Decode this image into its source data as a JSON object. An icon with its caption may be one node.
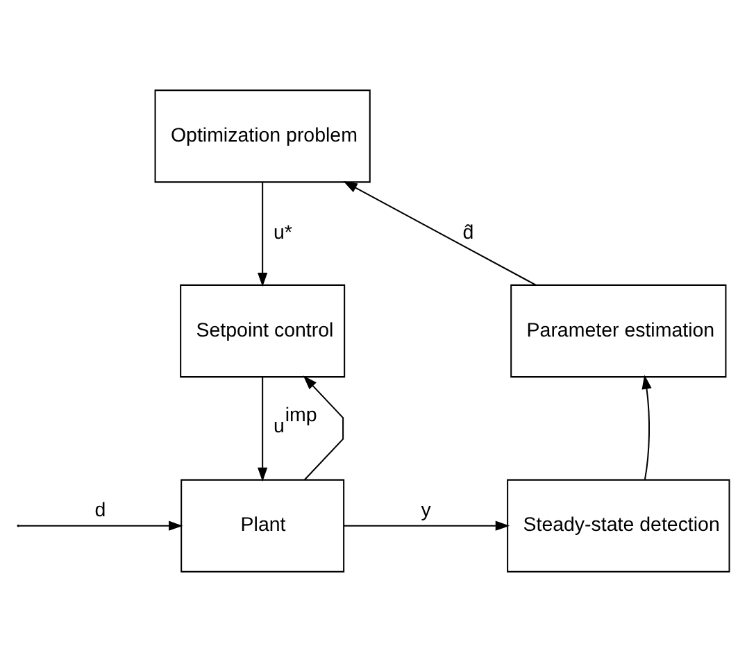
{
  "diagram": {
    "nodes": [
      {
        "text": [
          "Optimization problem"
        ]
      },
      {
        "text": [
          "Setpoint control"
        ]
      },
      {
        "text": [
          "Plant"
        ]
      },
      {
        "text": [
          "Parameter estimation"
        ]
      },
      {
        "text": [
          "Steady-state detection"
        ]
      }
    ],
    "edges": [
      {
        "from": 0,
        "to": 1,
        "arrow": "to",
        "label": "u*"
      },
      {
        "from": 1,
        "to": 2,
        "arrow": "to",
        "label": "u$^{imp}$"
      },
      {
        "from": 2,
        "to": 1,
        "arrow": "to"
      },
      {
        "from": 2,
        "to": 4,
        "arrow": "to",
        "label": "y"
      },
      {
        "from": 4,
        "to": 3,
        "arrow": "to"
      },
      {
        "from": 3,
        "to": 0,
        "arrow": "to",
        "label": "d̂"
      },
      {
        "from": null,
        "to": 2,
        "arrow": "to",
        "label": "d"
      }
    ]
  }
}
